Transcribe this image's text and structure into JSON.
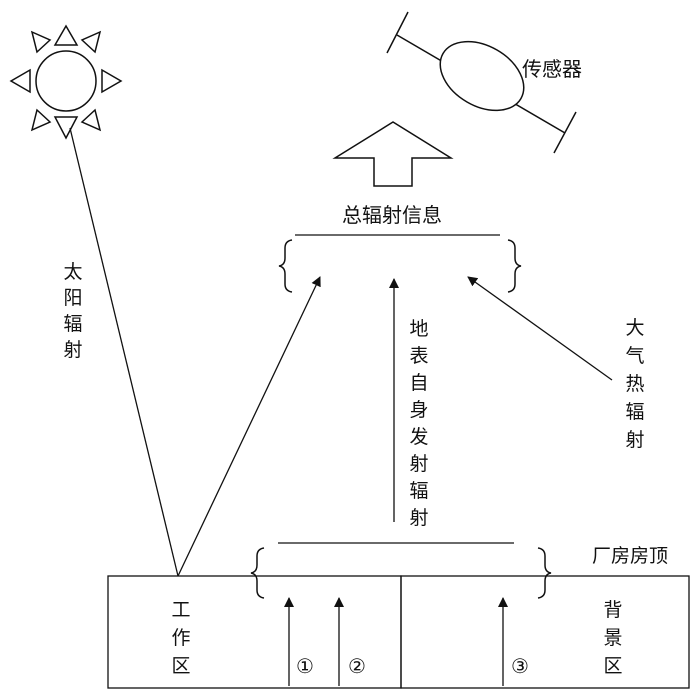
{
  "labels": {
    "sensor": "传感器",
    "total_radiation": "总辐射信息",
    "solar_radiation": "太阳辐射",
    "surface_emission": "地表自身发射辐射",
    "atmospheric_thermal": "大气热辐射",
    "factory_roof": "厂房房顶",
    "work_area": "工作区",
    "background_area": "背景区",
    "marker_1": "①",
    "marker_2": "②",
    "marker_3": "③"
  }
}
